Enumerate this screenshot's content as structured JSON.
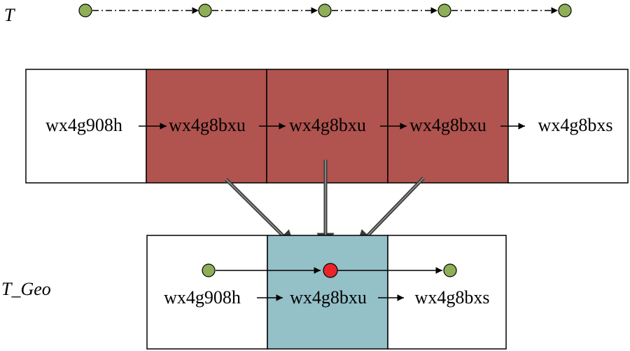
{
  "labels": {
    "trajectory": "T",
    "geo_trajectory": "T_Geo"
  },
  "top_row_cells": [
    "wx4g908h",
    "wx4g8bxu",
    "wx4g8bxu",
    "wx4g8bxu",
    "wx4g8bxs"
  ],
  "bottom_row_cells": [
    "wx4g908h",
    "wx4g8bxu",
    "wx4g8bxs"
  ],
  "colors": {
    "highlight_top": "#b1534e",
    "highlight_bottom": "#94c0c8",
    "point": "#8fae58",
    "merged_point": "#e8262a",
    "border": "#000000"
  }
}
